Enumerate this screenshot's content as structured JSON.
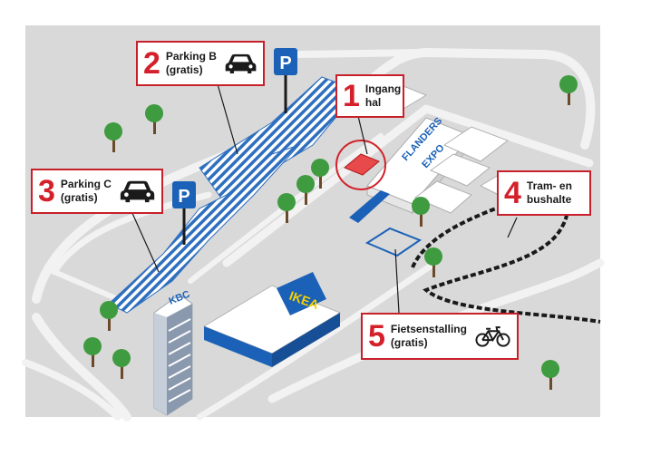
{
  "colors": {
    "background": "#ffffff",
    "ground": "#d9d9d9",
    "road": "#f2f2f2",
    "parking_stripes": "#2f6fbf",
    "accent_red": "#d4202a",
    "building": "#ffffff",
    "ikea_blue": "#1b61b7",
    "ikea_yellow": "#f5d100",
    "tree_green": "#3f9b3f"
  },
  "markers": {
    "parking_b": {
      "number": "2",
      "line1": "Parking B",
      "line2": "(gratis)",
      "icon": "car-icon"
    },
    "parking_c": {
      "number": "3",
      "line1": "Parking C",
      "line2": "(gratis)",
      "icon": "car-icon"
    },
    "ingang": {
      "number": "1",
      "line1": "Ingang",
      "line2": "hal"
    },
    "tram": {
      "number": "4",
      "line1": "Tram- en",
      "line2": "bushalte"
    },
    "fiets": {
      "number": "5",
      "line1": "Fietsenstalling",
      "line2": "(gratis)",
      "icon": "bicycle-icon"
    }
  },
  "parking_sign": {
    "letter": "P"
  },
  "buildings": {
    "flanders_expo": {
      "line1": "FLANDERS",
      "line2": "EXPO"
    },
    "ikea": {
      "label": "IKEA"
    },
    "kbc": {
      "label": "KBC"
    }
  }
}
